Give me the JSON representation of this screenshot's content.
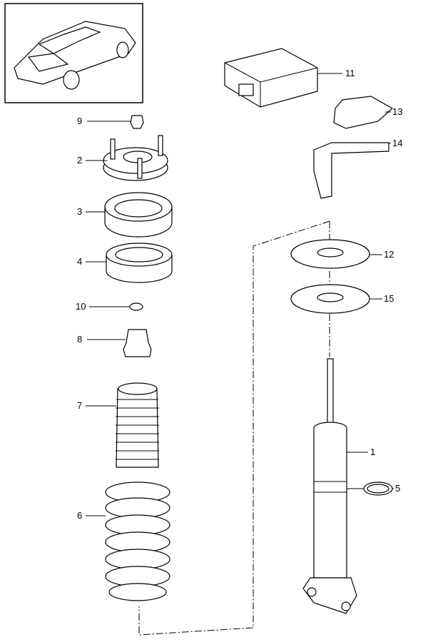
{
  "diagram": {
    "thumbnail_icon": "car-thumbnail-icon",
    "callouts": [
      {
        "id": "9",
        "text": "9"
      },
      {
        "id": "2",
        "text": "2"
      },
      {
        "id": "3",
        "text": "3"
      },
      {
        "id": "4",
        "text": "4"
      },
      {
        "id": "10",
        "text": "10"
      },
      {
        "id": "8",
        "text": "8"
      },
      {
        "id": "7",
        "text": "7"
      },
      {
        "id": "6",
        "text": "6"
      },
      {
        "id": "11",
        "text": "11"
      },
      {
        "id": "13",
        "text": "13"
      },
      {
        "id": "14",
        "text": "14"
      },
      {
        "id": "12",
        "text": "12"
      },
      {
        "id": "15",
        "text": "15"
      },
      {
        "id": "1",
        "text": "1"
      },
      {
        "id": "5",
        "text": "5"
      }
    ]
  }
}
